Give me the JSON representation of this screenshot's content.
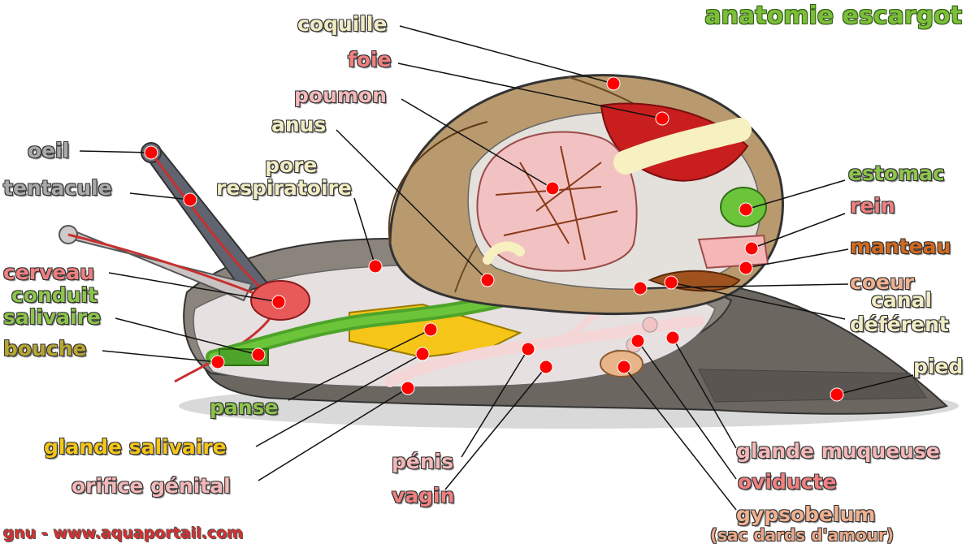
{
  "title": "anatomie escargot",
  "credit": "gnu - www.aquaportail.com",
  "labels": {
    "coquille": "coquille",
    "foie": "foie",
    "poumon": "poumon",
    "anus": "anus",
    "pore": "pore",
    "respiratoire": "respiratoire",
    "oeil": "oeil",
    "tentacule": "tentacule",
    "cerveau": "cerveau",
    "conduit": "conduit",
    "salivaire": "salivaire",
    "bouche": "bouche",
    "panse": "panse",
    "glande_salivaire": "glande salivaire",
    "orifice_genital": "orifice génital",
    "penis": "pénis",
    "vagin": "vagin",
    "estomac": "estomac",
    "rein": "rein",
    "manteau": "manteau",
    "coeur": "coeur",
    "canal": "canal",
    "deferent": "déférent",
    "pied": "pied",
    "glande_muqueuse": "glande muqueuse",
    "oviducte": "oviducte",
    "gypsobelum": "gypsobelum",
    "gypsobelum_note": "(sac dards d'amour)"
  },
  "colors": {
    "grey_label": "#a9a9a9",
    "red_label": "#f08080",
    "cream_label": "#f2ecc4",
    "green_label": "#8dc44c",
    "yellow_label": "#f5c518",
    "olive_label": "#b8a630",
    "pink_label": "#f4b8b8",
    "brown_label": "#d2691e",
    "peach_label": "#f0b090",
    "marker": "#ff0000"
  }
}
